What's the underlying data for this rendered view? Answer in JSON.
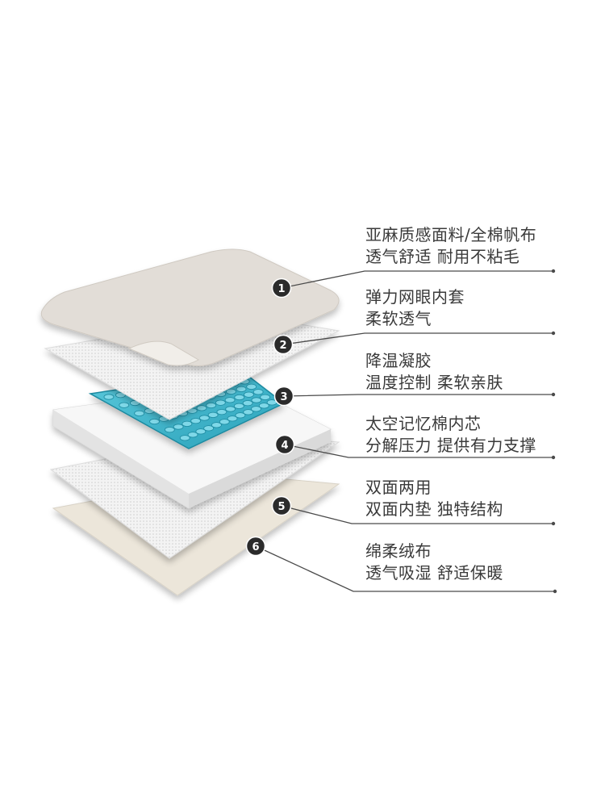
{
  "layers": [
    {
      "number": "1",
      "line1": "亚麻质感面料/全棉帆布",
      "line2": "透气舒适  耐用不粘毛"
    },
    {
      "number": "2",
      "line1": "弹力网眼内套",
      "line2": "柔软透气"
    },
    {
      "number": "3",
      "line1": "降温凝胶",
      "line2": "温度控制  柔软亲肤"
    },
    {
      "number": "4",
      "line1": "太空记忆棉内芯",
      "line2": "分解压力  提供有力支撑"
    },
    {
      "number": "5",
      "line1": "双面两用",
      "line2": "双面内垫  独特结构"
    },
    {
      "number": "6",
      "line1": "绵柔绒布",
      "line2": "透气吸湿  舒适保暖"
    }
  ],
  "colors": {
    "fabric_top": "#e2ddd7",
    "mesh": "#f2f2f2",
    "gel": "#3fb8cf",
    "foam": "#f7f7f7",
    "plush": "#ece6da",
    "badge": "#2b2b2b",
    "leader": "#4a4a4a",
    "text": "#3a3a3a"
  }
}
